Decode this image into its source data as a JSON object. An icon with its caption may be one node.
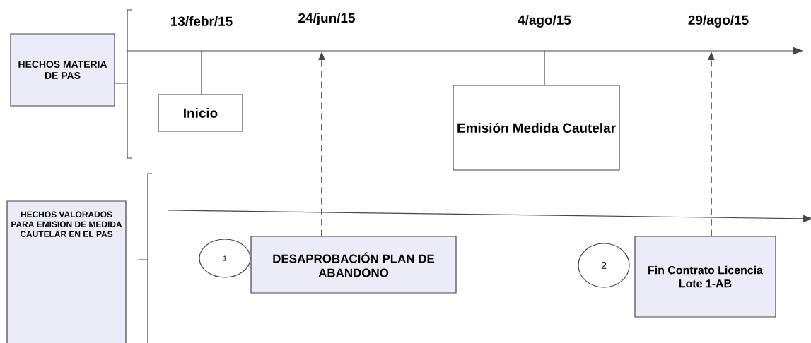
{
  "diagram": {
    "nodes": [
      {
        "text": [
          "HECHOS MATERIA DE PAS"
        ]
      },
      {
        "text": [
          "HECHOS VALORADOS PARA EMISION DE MEDIDA CAUTELAR EN EL PAS"
        ]
      },
      {
        "text": [
          "Inicio"
        ]
      },
      {
        "text": [
          "Emisión Medida Cautelar"
        ]
      },
      {
        "text": [
          "1"
        ]
      },
      {
        "text": [
          "DESAPROBACIÓN PLAN DE ABANDONO"
        ]
      },
      {
        "text": [
          "2"
        ]
      },
      {
        "text": [
          "Fin Contrato Licencia Lote 1-AB"
        ]
      }
    ],
    "edges": [
      {
        "from": 5,
        "to": null,
        "arrow": "to",
        "style": "dashed"
      },
      {
        "from": 7,
        "to": null,
        "arrow": "to",
        "style": "dashed"
      },
      {
        "from": null,
        "to": 2,
        "arrow": "none"
      },
      {
        "from": null,
        "to": 3,
        "arrow": "none"
      }
    ],
    "labels": [
      "13/febr/15",
      "24/jun/15",
      "4/ago/15",
      "29/ago/15"
    ]
  }
}
